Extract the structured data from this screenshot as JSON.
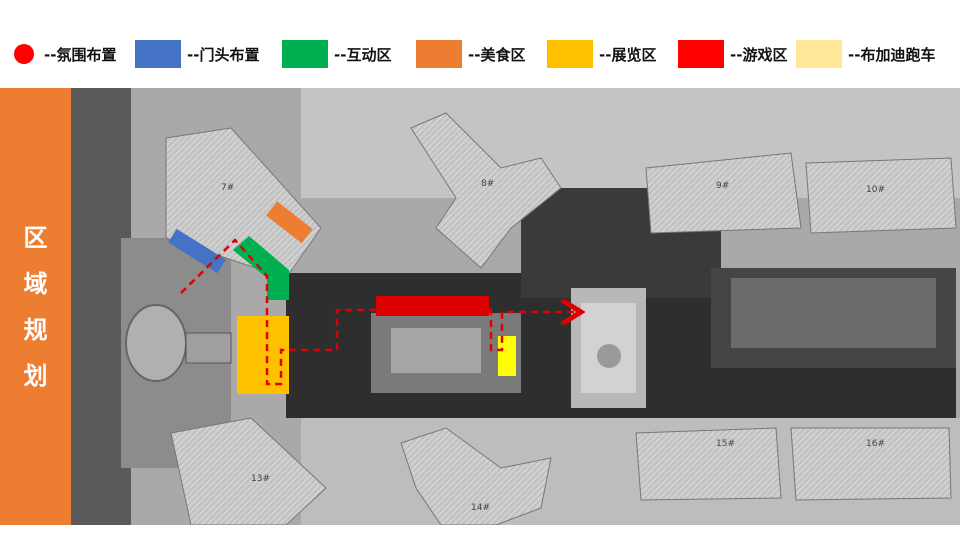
{
  "legend": [
    {
      "shape": "dot",
      "color": "#ff0000",
      "label": "--氛围布置"
    },
    {
      "shape": "rect",
      "color": "#4472c4",
      "label": "--门头布置"
    },
    {
      "shape": "rect",
      "color": "#00b050",
      "label": "--互动区"
    },
    {
      "shape": "rect",
      "color": "#ed7d31",
      "label": "--美食区"
    },
    {
      "shape": "rect",
      "color": "#ffc000",
      "label": "--展览区"
    },
    {
      "shape": "rect",
      "color": "#ff0000",
      "label": "--游戏区"
    },
    {
      "shape": "rect",
      "color": "#ffe699",
      "label": "--布加迪跑车"
    }
  ],
  "side_title": [
    "区",
    "域",
    "规",
    "划"
  ],
  "buildings": {
    "b7": "7#",
    "b8": "8#",
    "b9": "9#",
    "b10": "10#",
    "b13": "13#",
    "b14": "14#",
    "b15": "15#",
    "b16": "16#"
  },
  "colors": {
    "accent_orange": "#ed7d31",
    "route_red": "#e00000",
    "map_background": "#9a9a9a"
  }
}
